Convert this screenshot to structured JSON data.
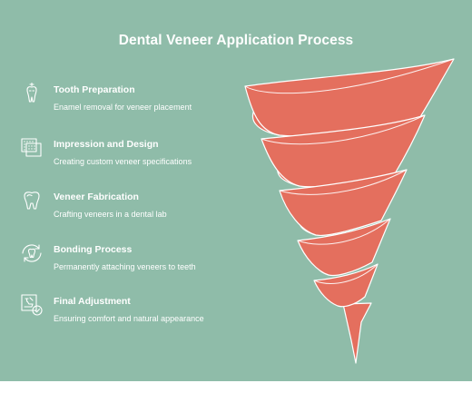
{
  "title": "Dental Veneer Application Process",
  "colors": {
    "background": "#8fbca9",
    "funnel_fill": "#e46f5e",
    "funnel_stroke": "#ffffff",
    "text": "#ffffff"
  },
  "steps": [
    {
      "label": "Tooth Preparation",
      "description": "Enamel removal for veneer placement",
      "icon": "tooth-drill-icon"
    },
    {
      "label": "Impression and Design",
      "description": "Creating custom veneer specifications",
      "icon": "impression-grid-icon"
    },
    {
      "label": "Veneer Fabrication",
      "description": "Crafting veneers in a dental lab",
      "icon": "tooth-outline-icon"
    },
    {
      "label": "Bonding Process",
      "description": "Permanently attaching veneers to teeth",
      "icon": "tooth-cycle-icon"
    },
    {
      "label": "Final Adjustment",
      "description": "Ensuring comfort and natural appearance",
      "icon": "dental-chair-check-icon"
    }
  ]
}
